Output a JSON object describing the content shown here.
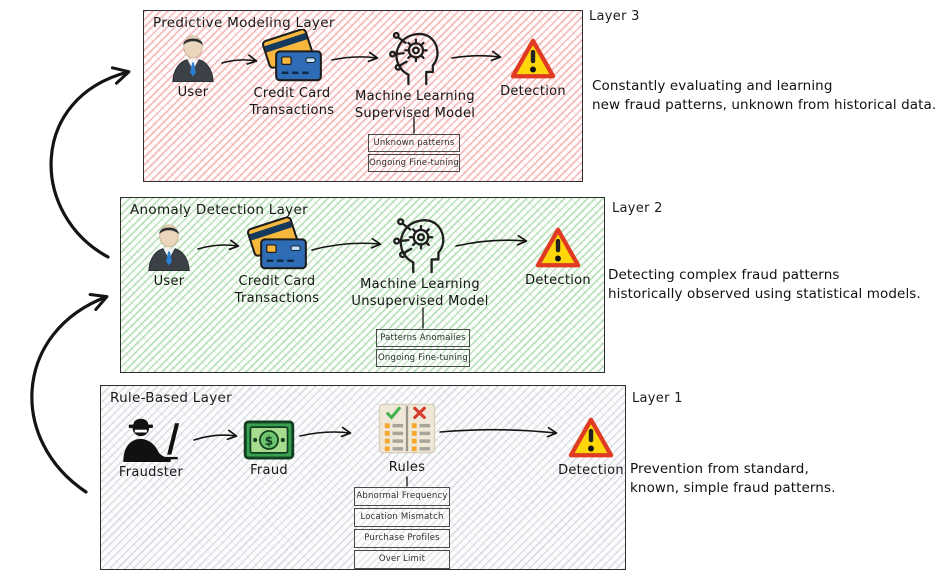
{
  "palette": {
    "layer3_hatch": "#eb8080",
    "layer2_hatch": "#70bc70",
    "layer1_hatch": "#8e98a8",
    "box_border": "#2e2e2e",
    "arrow_black": "#141414",
    "warning_yellow": "#ffd60a",
    "warning_red": "#e03a22",
    "card_blue": "#2e6db5",
    "card_yellow": "#f6b73c",
    "money_green": "#35a14f",
    "check_green": "#44b04e",
    "cross_red": "#d63b2f"
  },
  "layers": [
    {
      "title": "Predictive Modeling Layer",
      "tag": "Layer 3",
      "annotation_lines": [
        "Constantly evaluating and learning",
        "new fraud patterns, unknown from historical data."
      ],
      "nodes": [
        {
          "icon": "businessman-icon",
          "label_lines": [
            "User"
          ]
        },
        {
          "icon": "credit-cards-icon",
          "label_lines": [
            "Credit Card",
            "Transactions"
          ]
        },
        {
          "icon": "head-gear-icon",
          "label_lines": [
            "Machine Learning",
            "Supervised Model"
          ]
        },
        {
          "icon": "warning-icon",
          "label_lines": [
            "Detection"
          ]
        }
      ],
      "subboxes": [
        "Unknown patterns",
        "Ongoing Fine-tuning"
      ]
    },
    {
      "title": "Anomaly Detection Layer",
      "tag": "Layer 2",
      "annotation_lines": [
        "Detecting complex fraud patterns",
        "historically observed using statistical models."
      ],
      "nodes": [
        {
          "icon": "businessman-icon",
          "label_lines": [
            "User"
          ]
        },
        {
          "icon": "credit-cards-icon",
          "label_lines": [
            "Credit Card",
            "Transactions"
          ]
        },
        {
          "icon": "head-gear-icon",
          "label_lines": [
            "Machine Learning",
            "Unsupervised Model"
          ]
        },
        {
          "icon": "warning-icon",
          "label_lines": [
            "Detection"
          ]
        }
      ],
      "subboxes": [
        "Patterns Anomalies",
        "Ongoing Fine-tuning"
      ]
    },
    {
      "title": "Rule-Based Layer",
      "tag": "Layer 1",
      "annotation_lines": [
        "Prevention from standard,",
        "known, simple fraud patterns."
      ],
      "nodes": [
        {
          "icon": "hacker-icon",
          "label_lines": [
            "Fraudster"
          ]
        },
        {
          "icon": "money-icon",
          "label_lines": [
            "Fraud"
          ]
        },
        {
          "icon": "rules-icon",
          "label_lines": [
            "Rules"
          ]
        },
        {
          "icon": "warning-icon",
          "label_lines": [
            "Detection"
          ]
        }
      ],
      "subboxes": [
        "Abnormal Frequency",
        "Location Mismatch",
        "Purchase Profiles",
        "Over Limit"
      ]
    }
  ]
}
